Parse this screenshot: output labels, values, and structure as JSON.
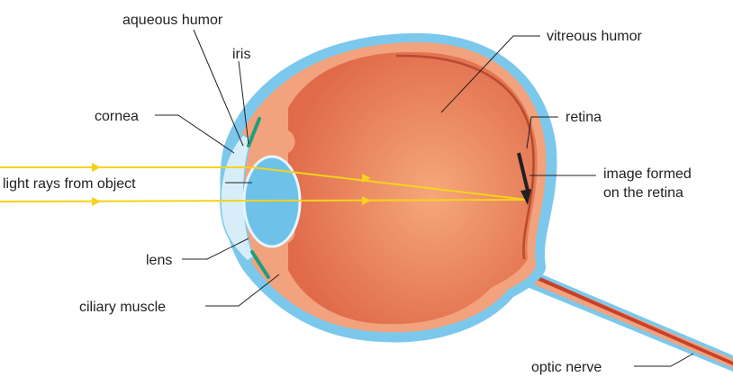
{
  "labels": {
    "aqueous_humor": "aqueous humor",
    "iris": "iris",
    "cornea": "cornea",
    "light_rays": "light rays from object",
    "lens": "lens",
    "ciliary_muscle": "ciliary muscle",
    "vitreous_humor": "vitreous humor",
    "retina": "retina",
    "image_line1": "image formed",
    "image_line2": "on the retina",
    "optic_nerve": "optic nerve"
  },
  "colors": {
    "sclera_outer": "#7cc8ec",
    "choroid": "#f2a27c",
    "vitreous_center": "#f5a87a",
    "vitreous_edge": "#e06a4a",
    "retina_line": "#b84a30",
    "cornea_fill": "#d7eef9",
    "lens_fill": "#6ec2ea",
    "iris": "#1f9e7e",
    "light_ray": "#f6d21a",
    "image_arrow": "#231f20",
    "nerve_core": "#c8402a"
  }
}
